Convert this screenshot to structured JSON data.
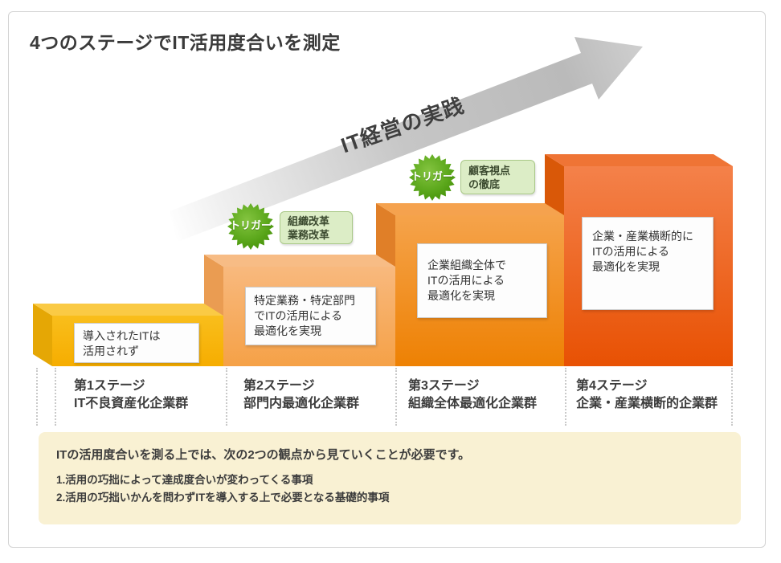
{
  "title": "4つのステージでIT活用度合いを測定",
  "arrow": {
    "label": "IT経営の実践"
  },
  "stages": [
    {
      "box_lines": [
        "導入されたITは",
        "活用されず"
      ],
      "label_title": "第1ステージ",
      "label_subtitle": "IT不良資産化企業群"
    },
    {
      "trigger_badge": "トリガー",
      "trigger_lines": [
        "組織改革",
        "業務改革"
      ],
      "box_lines": [
        "特定業務・特定部門",
        "でITの活用による",
        "最適化を実現"
      ],
      "label_title": "第2ステージ",
      "label_subtitle": "部門内最適化企業群"
    },
    {
      "trigger_badge": "トリガー",
      "trigger_lines": [
        "顧客視点",
        "の徹底"
      ],
      "box_lines": [
        "企業組織全体で",
        "ITの活用による",
        "最適化を実現"
      ],
      "label_title": "第3ステージ",
      "label_subtitle": "組織全体最適化企業群"
    },
    {
      "box_lines": [
        "企業・産業横断的に",
        "ITの活用による",
        "最適化を実現"
      ],
      "label_title": "第4ステージ",
      "label_subtitle": "企業・産業横断的企業群"
    }
  ],
  "footer": {
    "heading": "ITの活用度合いを測る上では、次の2つの観点から見ていくことが必要です。",
    "items": [
      "1.活用の巧拙によって達成度合いが変わってくる事項",
      "2.活用の巧拙いかんを問わずITを導入する上で必要となる基礎的事項"
    ]
  },
  "colors": {
    "stage1_front": "#F7B401",
    "stage2_front": "#F5A54E",
    "stage3_front": "#F09038",
    "stage4_front": "#EE6414",
    "trigger_green": "#4E9D0B",
    "trigger_label_bg": "#DCEDC6",
    "footer_bg": "#F9F1D3",
    "arrow_gray": "#C6C6C6",
    "text_dark": "#3D3D3D"
  }
}
